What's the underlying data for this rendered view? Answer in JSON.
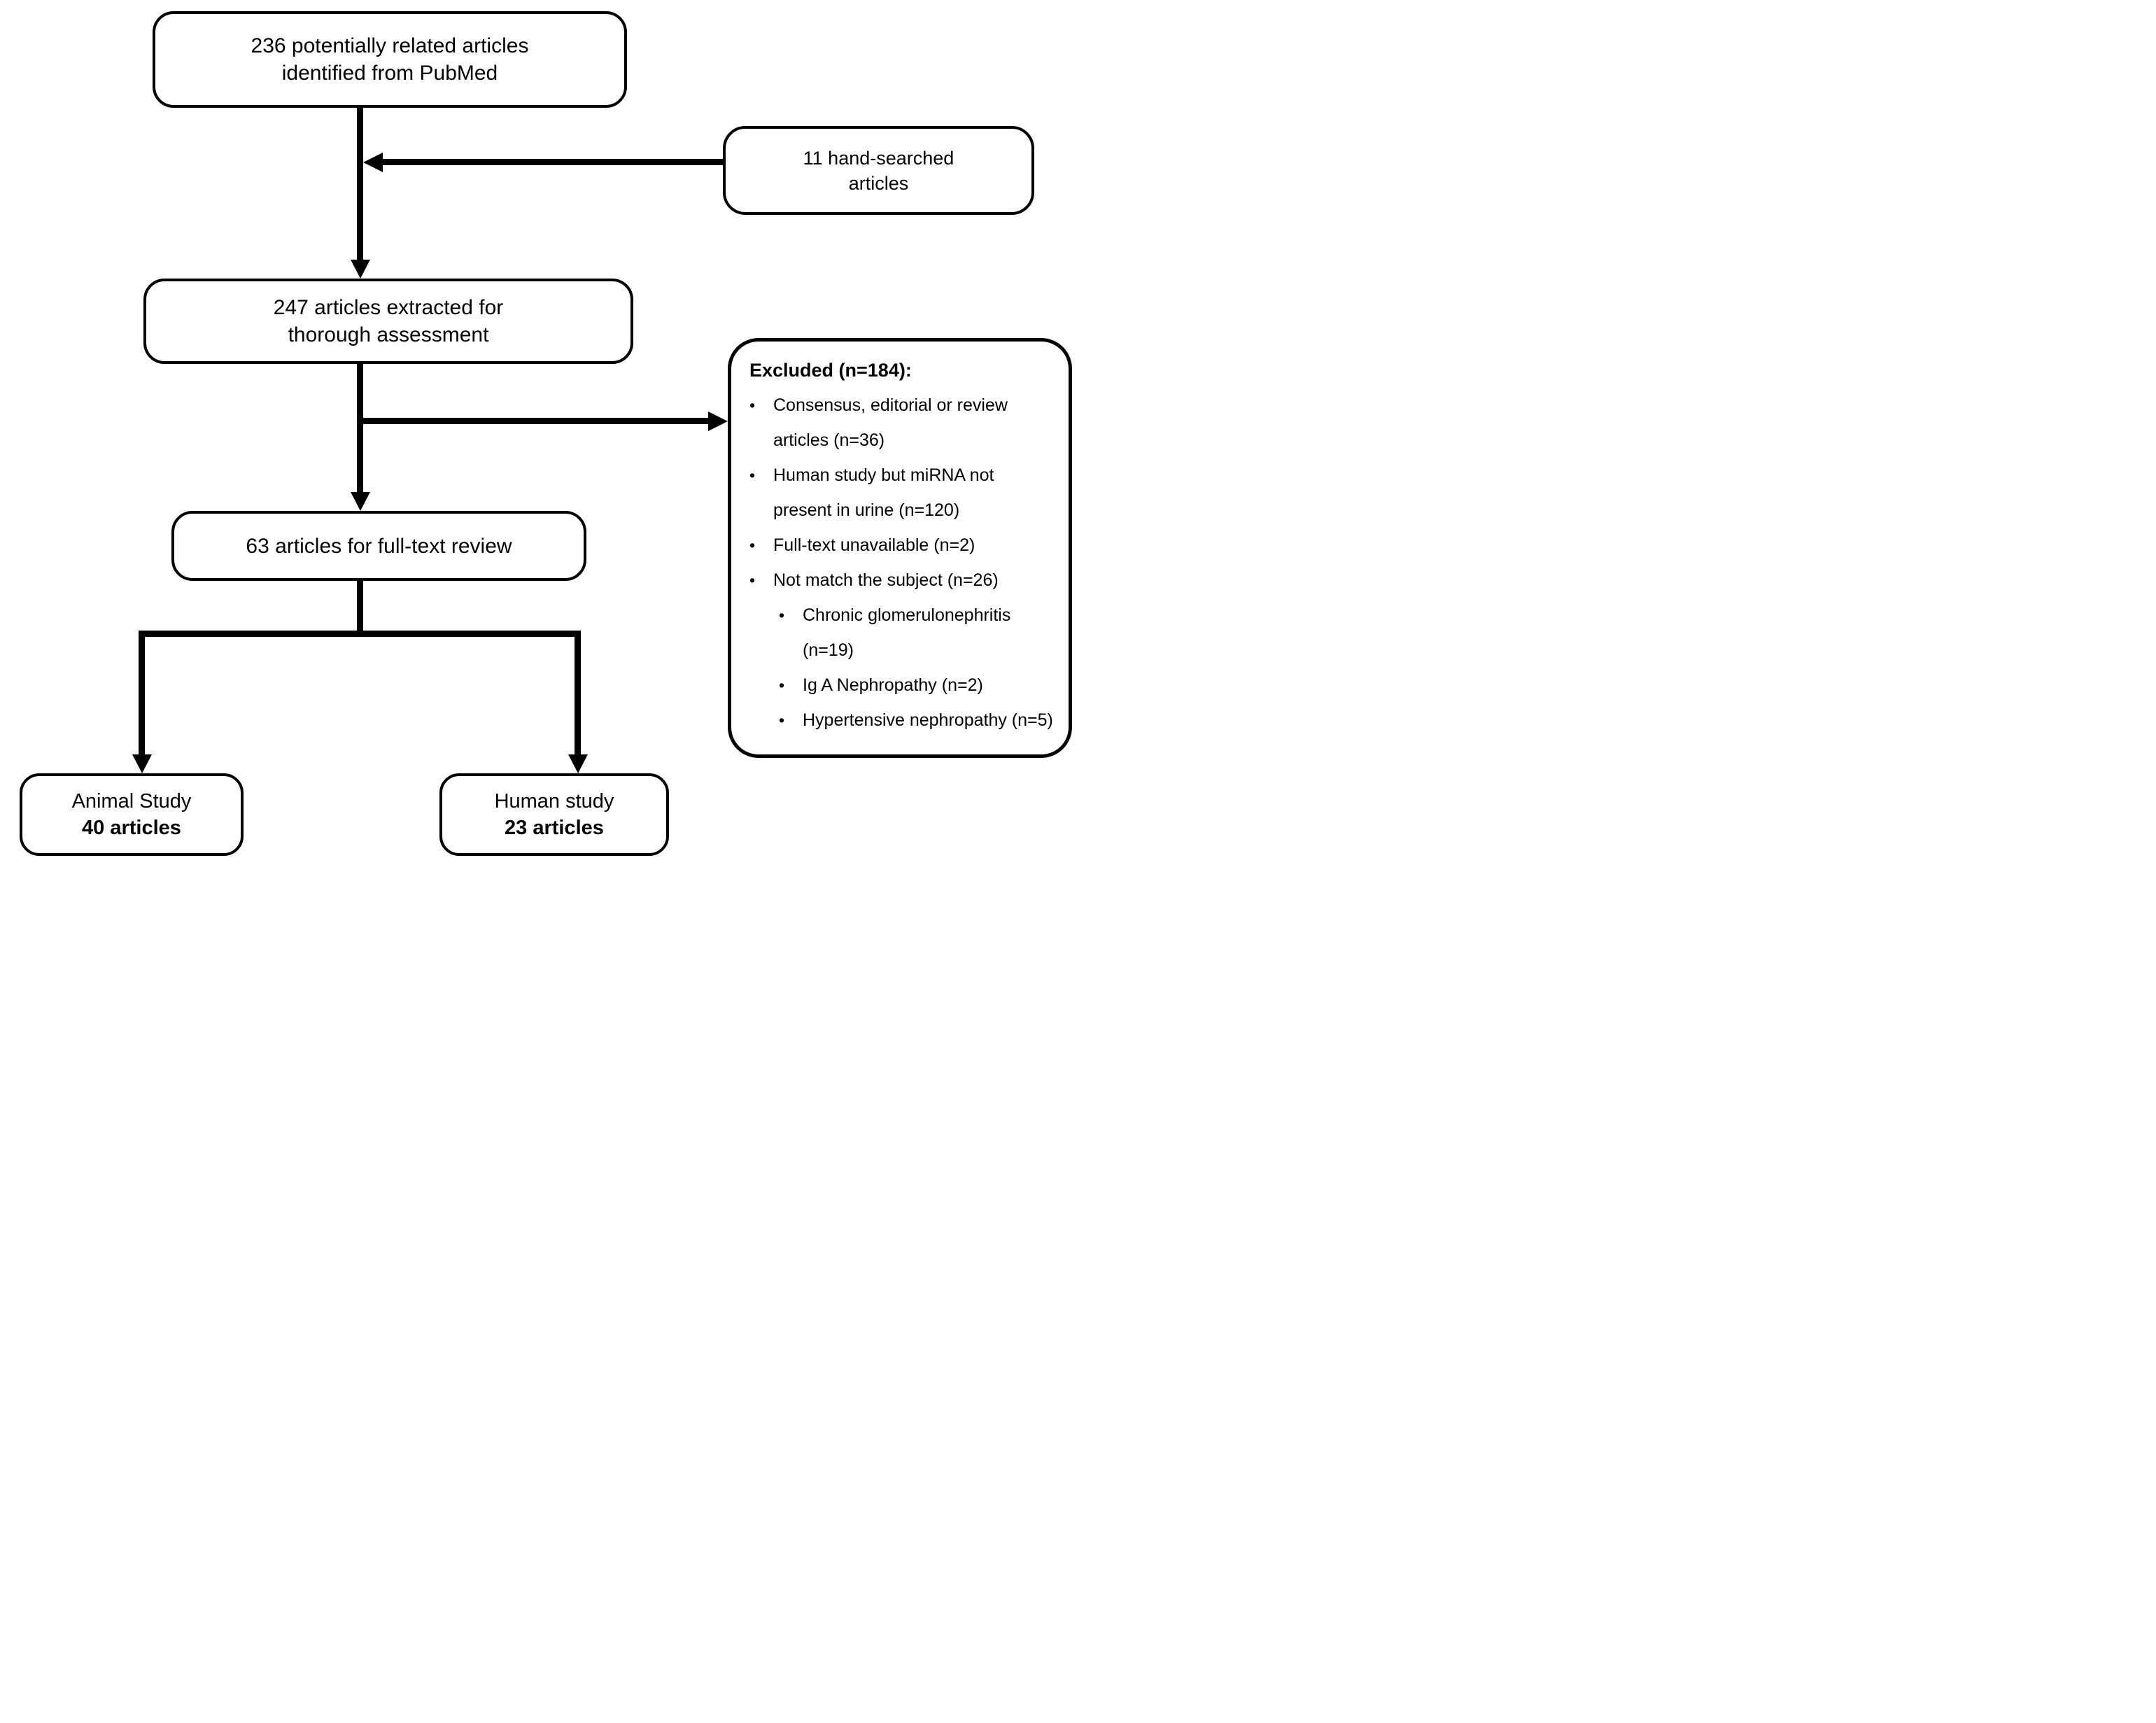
{
  "figure": {
    "background_color": "#ffffff",
    "line_color": "#000000",
    "text_color": "#000000",
    "bullet_char": "•",
    "nodes": {
      "pubmed": {
        "line1": "236 potentially related articles",
        "line2": "identified from PubMed"
      },
      "hand_searched": {
        "line1": "11 hand-searched",
        "line2": "articles"
      },
      "extracted": {
        "line1": "247 articles extracted for",
        "line2": "thorough assessment"
      },
      "full_text": {
        "line1": "63 articles for full-text review"
      },
      "animal": {
        "line1": "Animal Study",
        "line2": "40 articles"
      },
      "human": {
        "line1": "Human study",
        "line2": "23 articles"
      },
      "excluded": {
        "title": "Excluded (n=184):",
        "items": [
          {
            "level": 1,
            "text": "Consensus, editorial or review articles (n=36)"
          },
          {
            "level": 1,
            "text": "Human study but miRNA not present in urine (n=120)"
          },
          {
            "level": 1,
            "text": "Full-text unavailable (n=2)"
          },
          {
            "level": 1,
            "text": "Not match the subject (n=26)"
          },
          {
            "level": 2,
            "text": "Chronic glomerulonephritis (n=19)"
          },
          {
            "level": 2,
            "text": "Ig A Nephropathy (n=2)"
          },
          {
            "level": 2,
            "text": "Hypertensive nephropathy (n=5)"
          }
        ]
      }
    }
  }
}
